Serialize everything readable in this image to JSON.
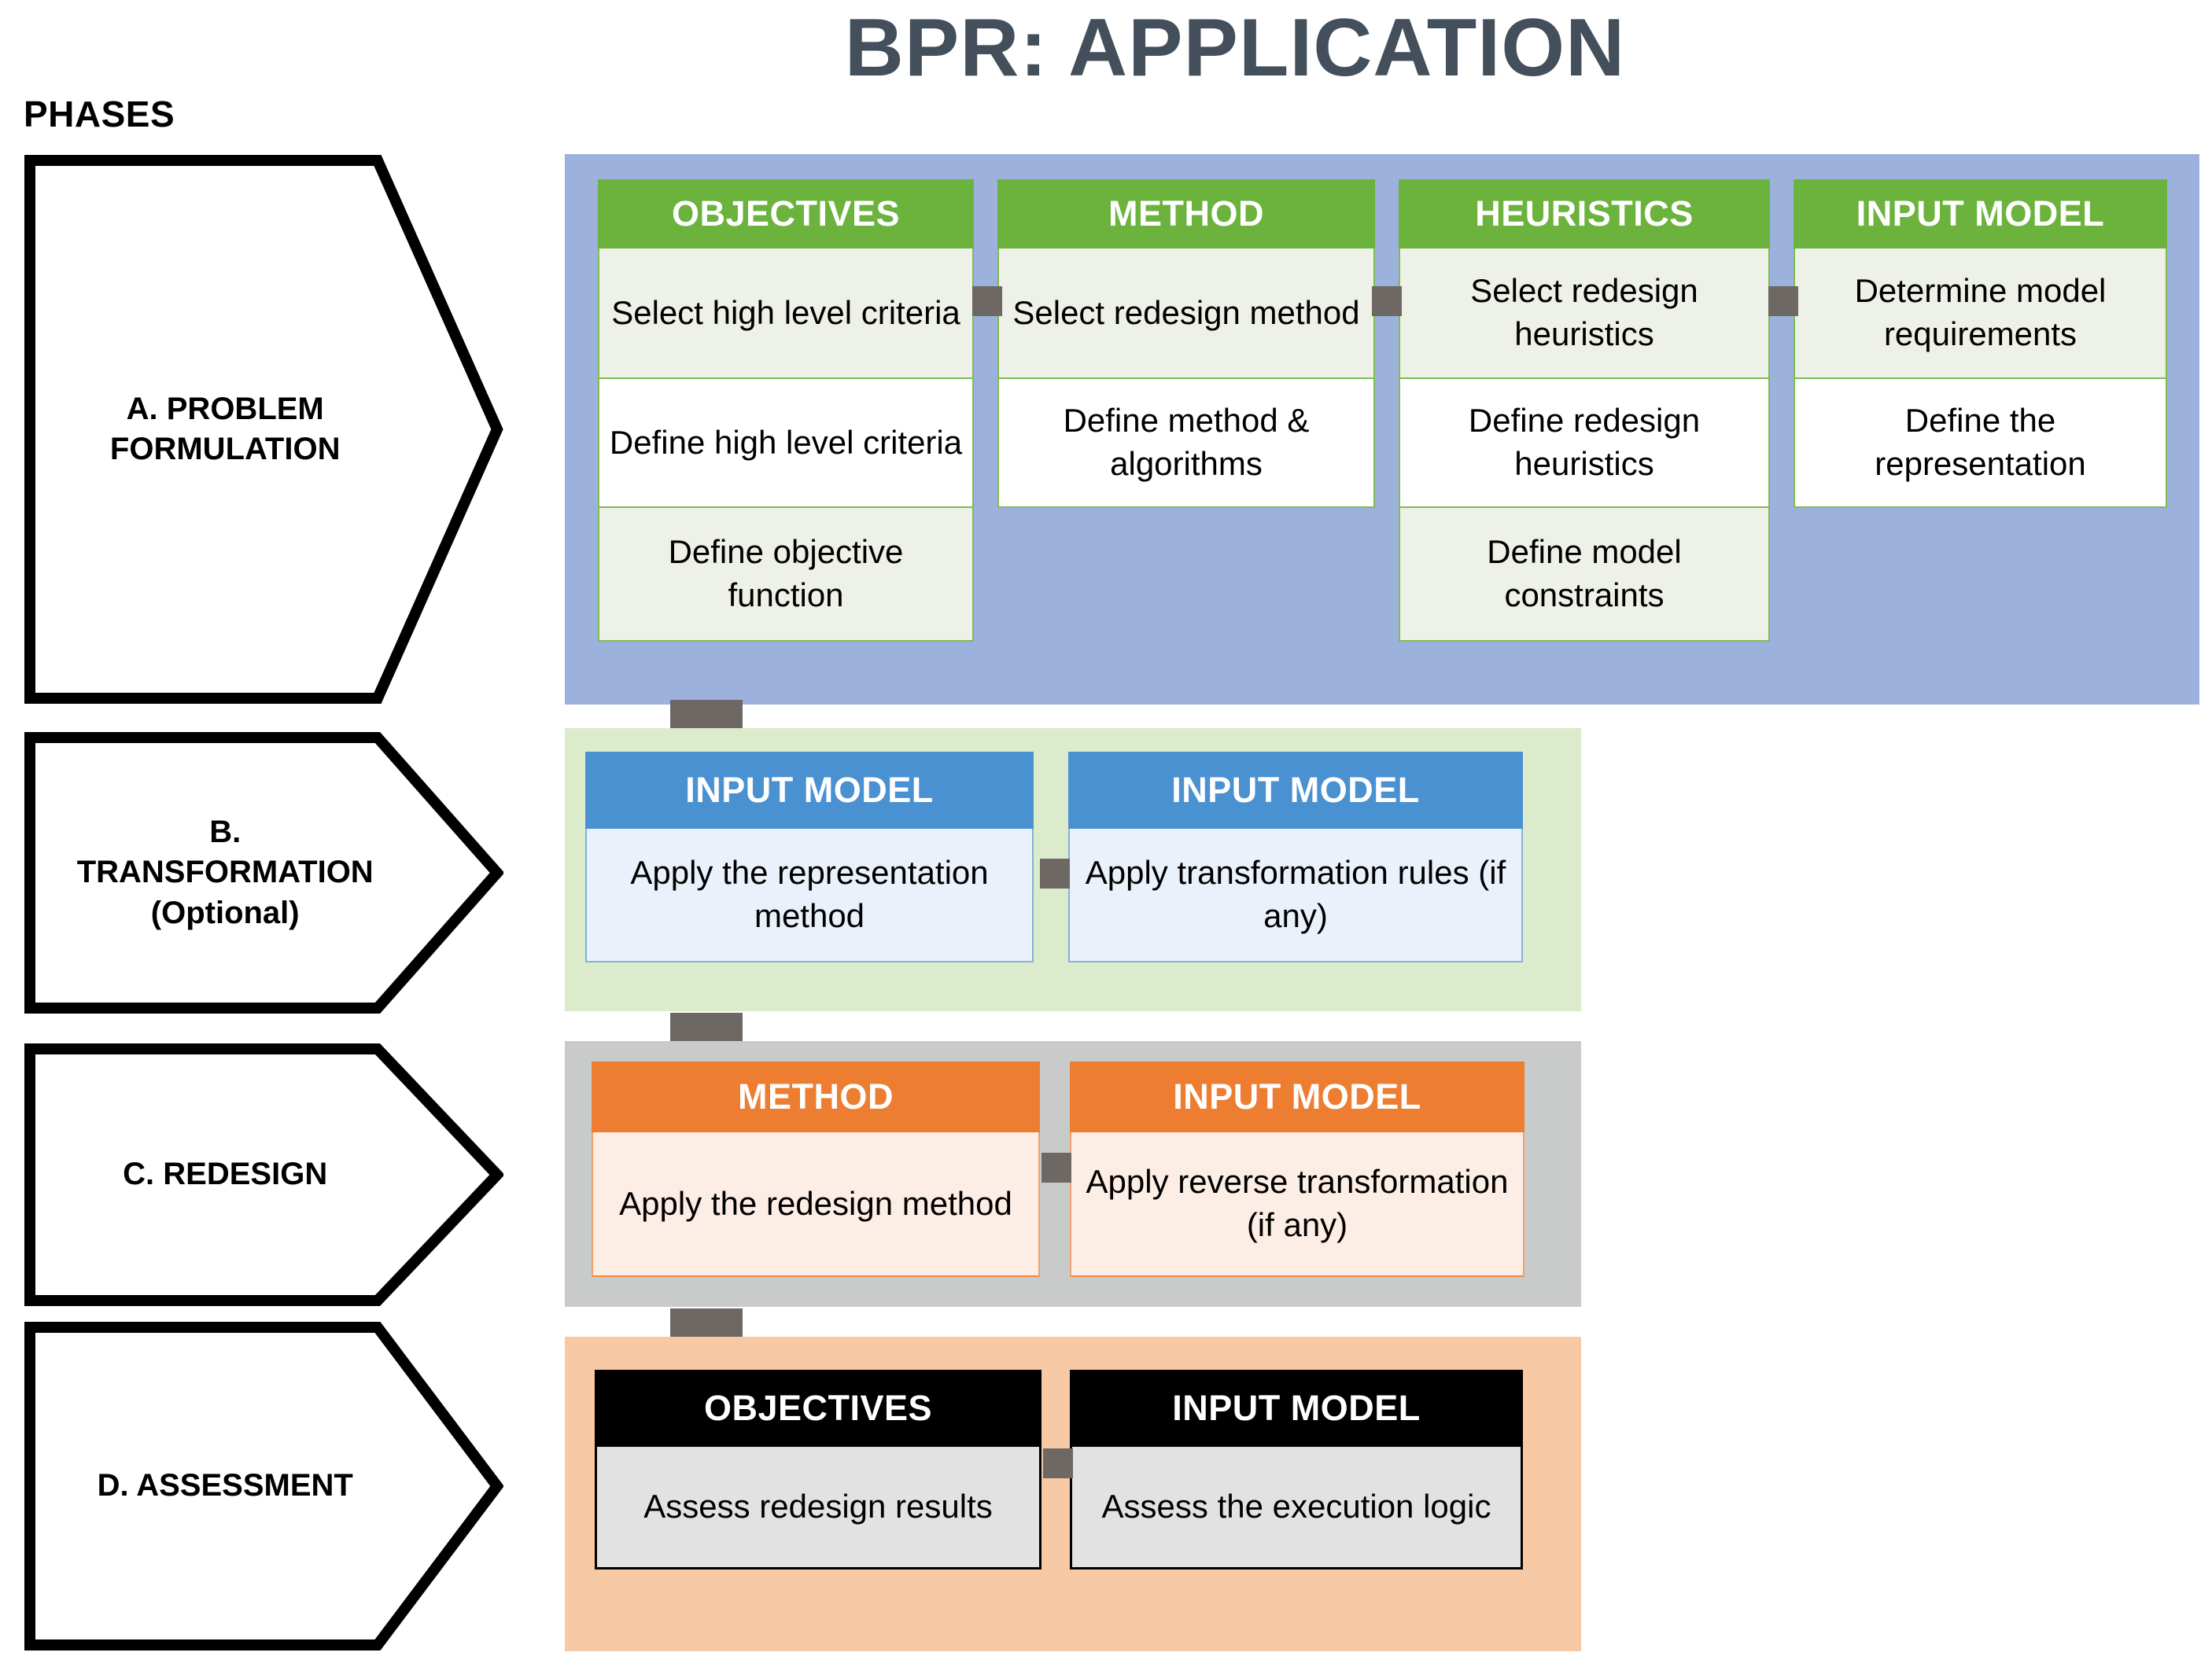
{
  "title": "BPR: APPLICATION",
  "phases": {
    "header": "PHASES",
    "items": [
      {
        "label": "A. PROBLEM\nFORMULATION"
      },
      {
        "label": "B. TRANSFORMATION\n(Optional)"
      },
      {
        "label": "C. REDESIGN"
      },
      {
        "label": "D. ASSESSMENT"
      }
    ]
  },
  "colors": {
    "title": "#434F5B",
    "panel_a_bg": "#9CB2DD",
    "panel_b_bg": "#DCEBCB",
    "panel_c_bg": "#C9CBCB",
    "panel_d_bg": "#F7C9A4",
    "header_green": "#6CB33E",
    "header_blue": "#4A91D2",
    "header_orange": "#ED7D31",
    "header_black": "#000000",
    "connector_gray": "#6E6864"
  },
  "sections": {
    "a": {
      "columns": [
        {
          "header": "OBJECTIVES",
          "cells": [
            "Select high level criteria",
            "Define high level criteria",
            "Define objective function"
          ]
        },
        {
          "header": "METHOD",
          "cells": [
            "Select redesign method",
            "Define method & algorithms"
          ]
        },
        {
          "header": "HEURISTICS",
          "cells": [
            "Select redesign heuristics",
            "Define redesign heuristics",
            "Define model constraints"
          ]
        },
        {
          "header": "INPUT MODEL",
          "cells": [
            "Determine model requirements",
            "Define the representation"
          ]
        }
      ]
    },
    "b": {
      "columns": [
        {
          "header": "INPUT MODEL",
          "cells": [
            "Apply the representation method"
          ]
        },
        {
          "header": "INPUT MODEL",
          "cells": [
            "Apply transformation rules (if any)"
          ]
        }
      ]
    },
    "c": {
      "columns": [
        {
          "header": "METHOD",
          "cells": [
            "Apply the redesign method"
          ]
        },
        {
          "header": "INPUT MODEL",
          "cells": [
            "Apply reverse transformation (if any)"
          ]
        }
      ]
    },
    "d": {
      "columns": [
        {
          "header": "OBJECTIVES",
          "cells": [
            "Assess redesign results"
          ]
        },
        {
          "header": "INPUT MODEL",
          "cells": [
            "Assess the execution logic"
          ]
        }
      ]
    }
  }
}
